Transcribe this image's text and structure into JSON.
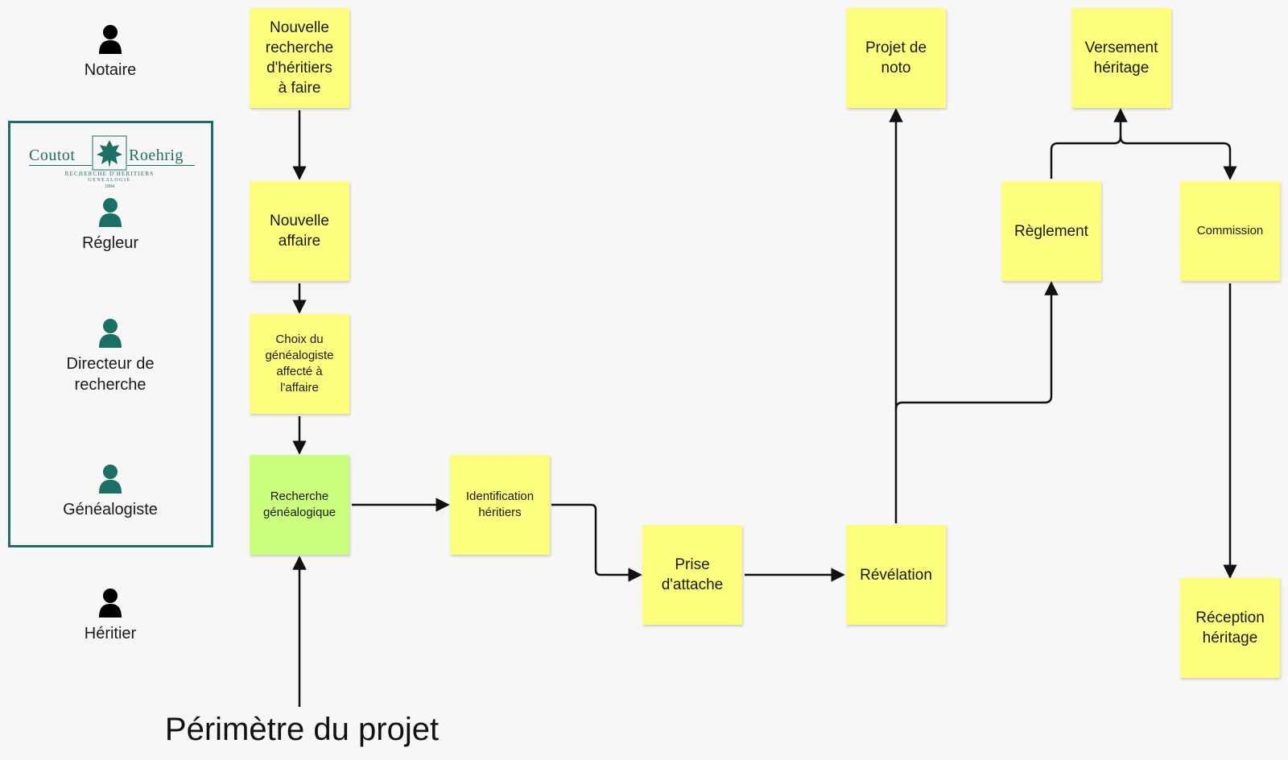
{
  "actors": [
    {
      "label": "Notaire",
      "color": "#000000"
    },
    {
      "label": "Régleur",
      "color": "#1b6f65"
    },
    {
      "label": "Directeur de\nrecherche",
      "color": "#1b6f65"
    },
    {
      "label": "Généalogiste",
      "color": "#1b6f65"
    },
    {
      "label": "Héritier",
      "color": "#000000"
    }
  ],
  "logo": {
    "name_left": "Coutot",
    "name_right": "Roehrig",
    "tagline": "RECHERCHE D'HERITIERS",
    "subtagline": "GENEALOGIE",
    "year": "1894",
    "color": "#1b6f65"
  },
  "nodes": {
    "nouvelle_recherche": "Nouvelle\nrecherche\nd'héritiers\nà faire",
    "nouvelle_affaire": "Nouvelle\naffaire",
    "choix_genealogiste": "Choix du\ngénéalogiste\naffecté à\nl'affaire",
    "recherche_genealogique": "Recherche\ngénéalogique",
    "identification_heritiers": "Identification\nhéritiers",
    "prise_attache": "Prise\nd'attache",
    "revelation": "Révélation",
    "projet_noto": "Projet de\nnoto",
    "reglement": "Règlement",
    "commission": "Commission",
    "versement_heritage": "Versement\nhéritage",
    "reception_heritage": "Réception\nhéritage"
  },
  "colors": {
    "sticky_yellow": "#fdfd7e",
    "sticky_green": "#ccfe7e",
    "team_border": "#1b6f65",
    "connector": "#111111"
  },
  "scope_label": "Périmètre du projet"
}
